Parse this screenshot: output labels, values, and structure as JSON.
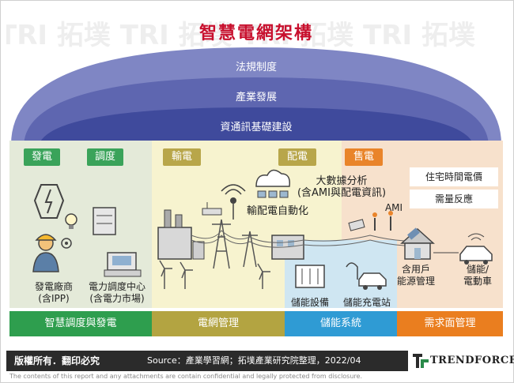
{
  "title": "智慧電網架構",
  "layers": [
    "法規制度",
    "產業發展",
    "資通訊基礎建設"
  ],
  "sections": {
    "generation": {
      "tags": [
        "發電",
        "調度"
      ],
      "labels": [
        "發電廠商\n(含IPP)",
        "電力調度中心\n(含電力市場)"
      ]
    },
    "transmission": {
      "tags": [
        "輸電",
        "配電"
      ],
      "labels": [
        "輸配電自動化"
      ]
    },
    "sales": {
      "tags": [
        "售電"
      ],
      "boxes": [
        "住宅時間電價",
        "需量反應"
      ],
      "labels": [
        "大數據分析\n(含AMI與配電資訊)",
        "AMI",
        "含用戶\n能源管理",
        "儲能/\n電動車"
      ]
    },
    "storage": {
      "labels": [
        "儲能設備",
        "儲能充電站"
      ]
    }
  },
  "bottom_bar": [
    "智慧調度與發電",
    "電網管理",
    "儲能系統",
    "需求面管理"
  ],
  "footer": {
    "rights": "版權所有．翻印必究",
    "source": "Source：產業學習網；拓墣產業研究院整理，2022/04",
    "brand": "TRENDFORCE"
  },
  "disclaimer": "The contents of this report and any attachments are contain confidential and legally protected from disclosure.",
  "colors": {
    "title": "#c8102e",
    "dome_outer": "#7f86c4",
    "dome_mid": "#5e66b0",
    "dome_inner": "#3f4a9c",
    "green": "#3aa35a",
    "olive": "#b8a64a",
    "orange": "#e9842a",
    "blue": "#3fa7d6",
    "bar_green": "#2e9e4e",
    "bar_olive": "#b3a441",
    "bar_blue": "#2f9bd4",
    "bar_orange": "#ea7e1f"
  }
}
